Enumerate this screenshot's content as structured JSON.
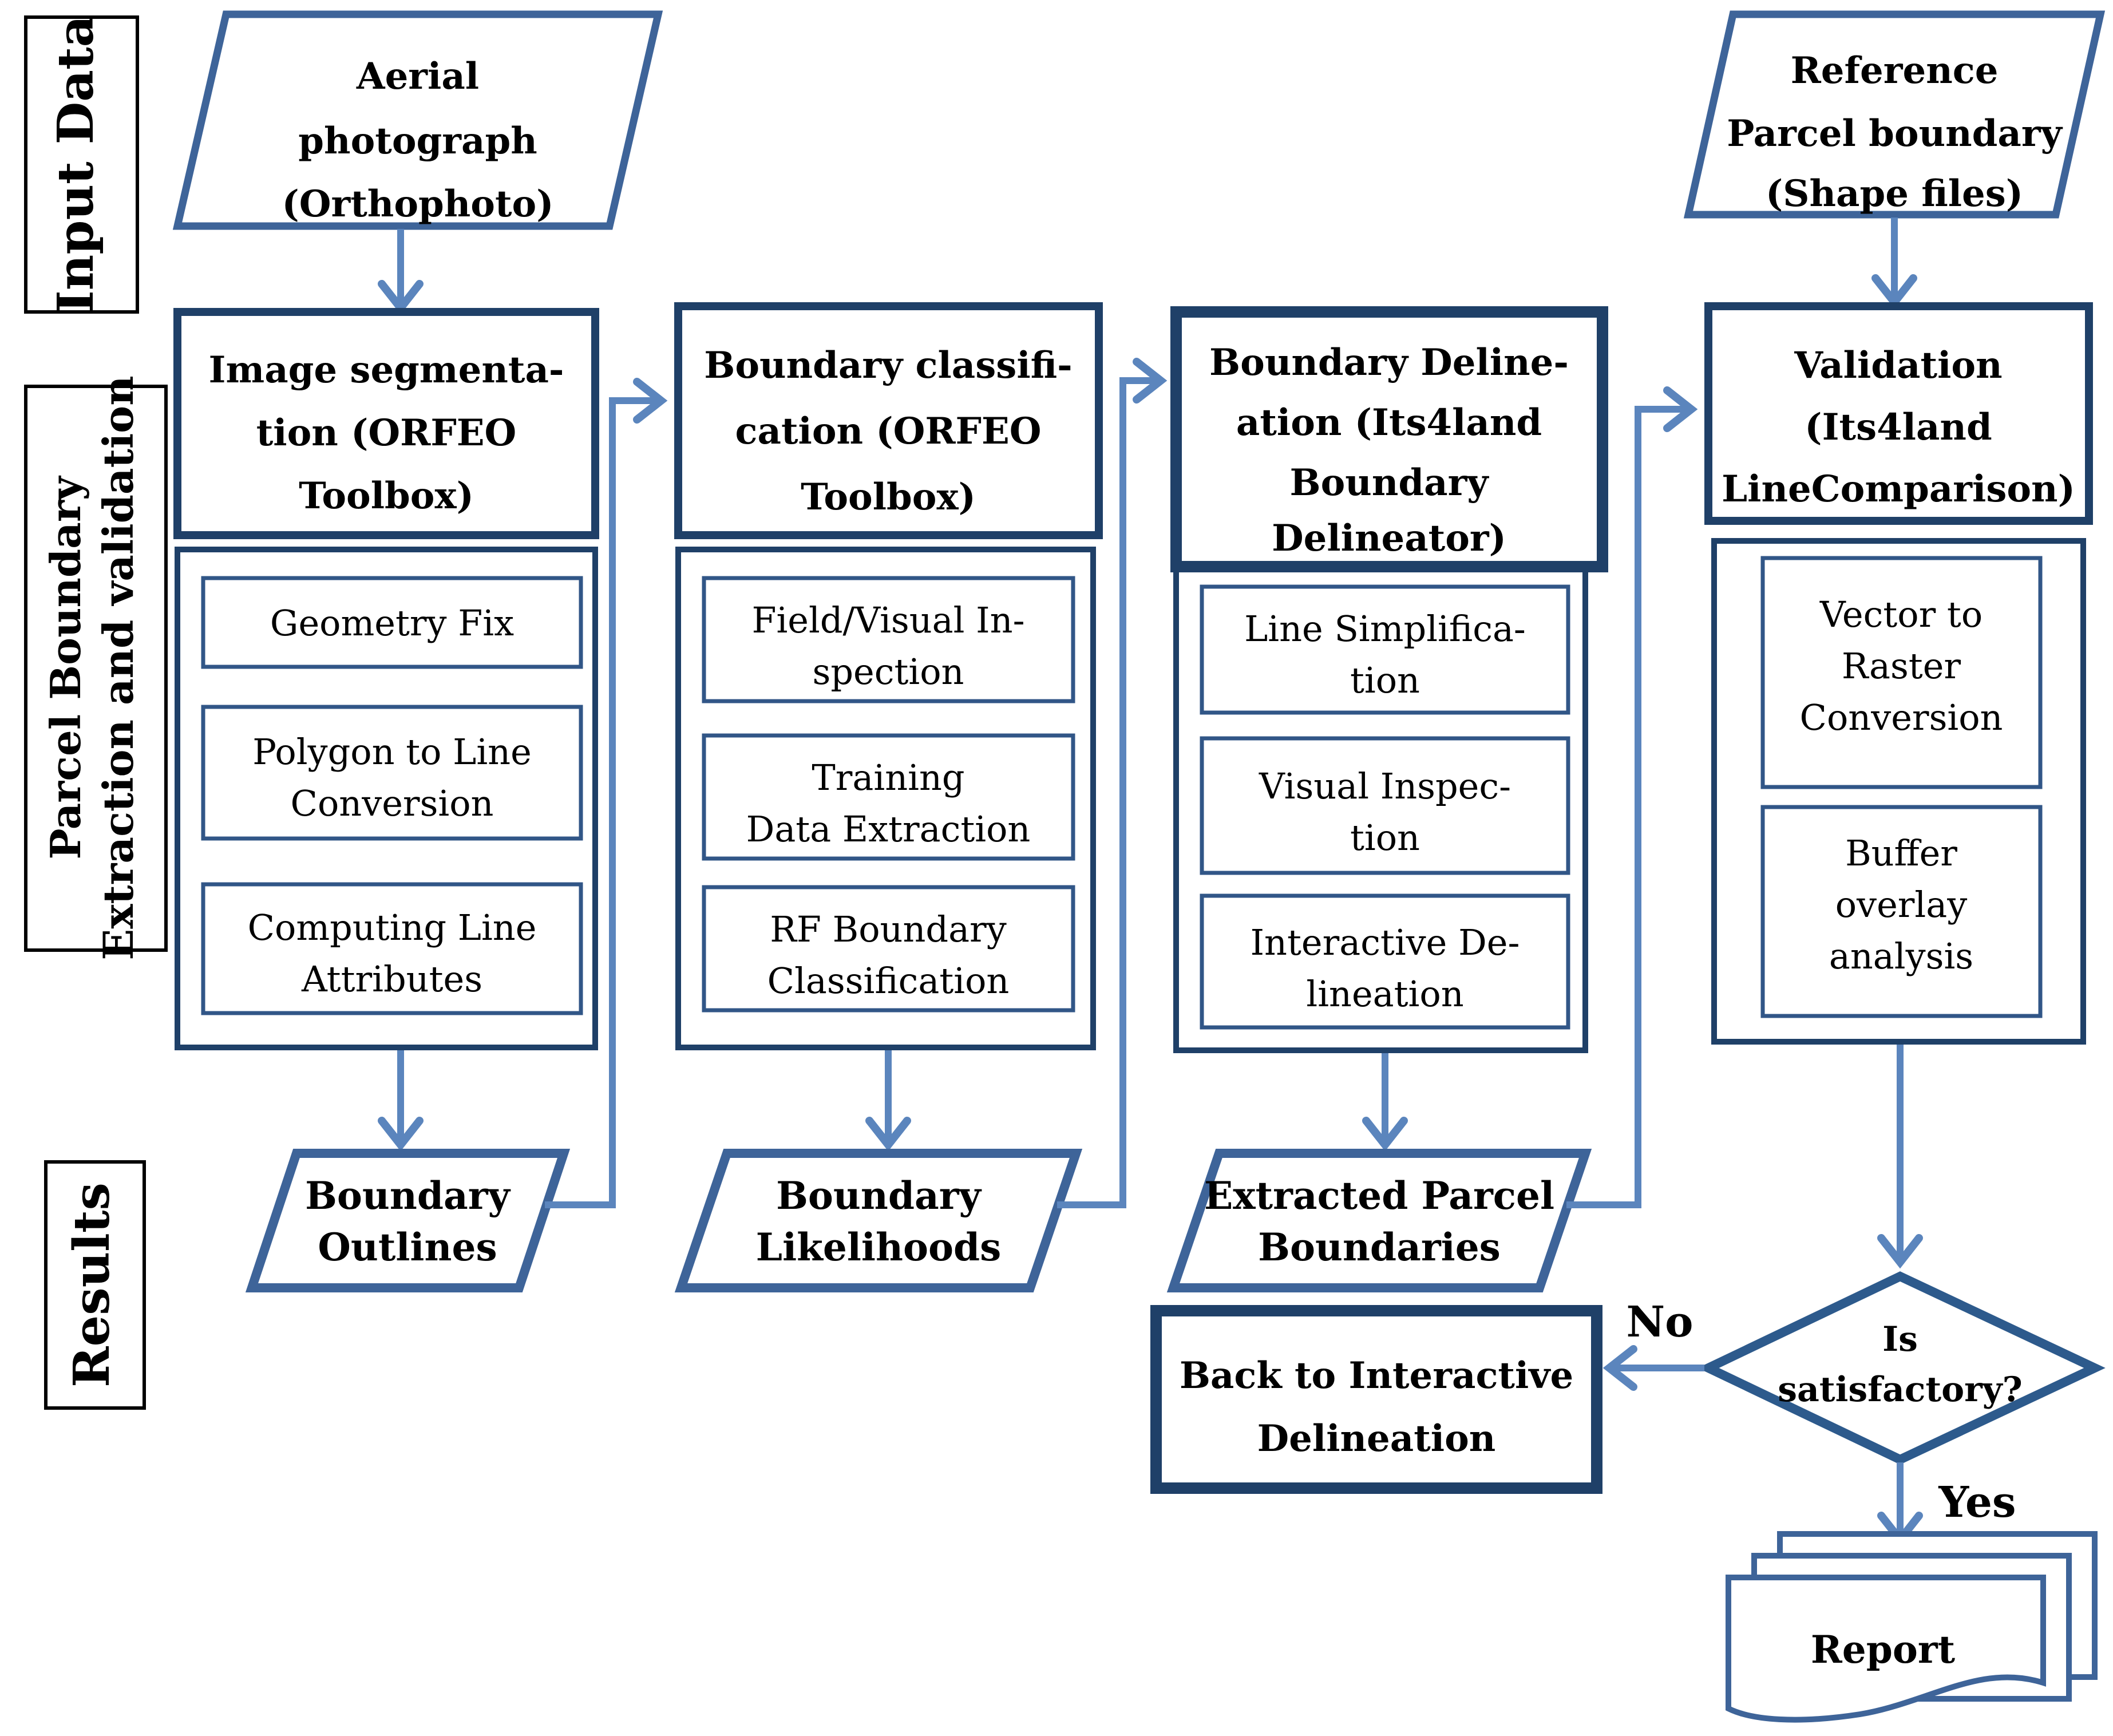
{
  "title": "Parcel boundary extraction and validation workflow",
  "colors": {
    "header_box_border": "#1f4068",
    "subbox_border": "#315687",
    "parallelogram_border": "#3e6499",
    "diamond_border": "#2d5a8c",
    "arrow": "#5b85bd",
    "side_label_border": "#000000",
    "text": "#000000",
    "background": "#ffffff"
  },
  "side_labels": {
    "input_data": "Input Data",
    "parcel_line1": "Parcel Boundary",
    "parcel_line2": "Extraction and validation",
    "results": "Results"
  },
  "nodes": {
    "aerial_photo": {
      "type": "input-parallelogram",
      "lines": [
        "Aerial",
        "photograph",
        "(Orthophoto)"
      ]
    },
    "image_segmentation": {
      "type": "process",
      "lines": [
        "Image segmenta-",
        "tion (ORFEO",
        "Toolbox)"
      ]
    },
    "geometry_fix": {
      "type": "step",
      "lines": [
        "Geometry Fix"
      ]
    },
    "polygon_to_line": {
      "type": "step",
      "lines": [
        "Polygon to Line",
        "Conversion"
      ]
    },
    "computing_line_attributes": {
      "type": "step",
      "lines": [
        "Computing Line",
        "Attributes"
      ]
    },
    "boundary_outlines": {
      "type": "result-parallelogram",
      "lines": [
        "Boundary",
        "Outlines"
      ]
    },
    "boundary_classification": {
      "type": "process",
      "lines": [
        "Boundary classifi-",
        "cation (ORFEO",
        "Toolbox)"
      ]
    },
    "field_visual_inspection": {
      "type": "step",
      "lines": [
        "Field/Visual In-",
        "spection"
      ]
    },
    "training_data_extraction": {
      "type": "step",
      "lines": [
        "Training",
        "Data Extraction"
      ]
    },
    "rf_boundary_classification": {
      "type": "step",
      "lines": [
        "RF Boundary",
        "Classification"
      ]
    },
    "boundary_likelihoods": {
      "type": "result-parallelogram",
      "lines": [
        "Boundary",
        "Likelihoods"
      ]
    },
    "boundary_delineation": {
      "type": "process",
      "lines": [
        "Boundary Deline-",
        "ation (Its4land",
        "Boundary",
        "Delineator)"
      ]
    },
    "line_simplification": {
      "type": "step",
      "lines": [
        "Line Simplifica-",
        "tion"
      ]
    },
    "visual_inspection": {
      "type": "step",
      "lines": [
        "Visual Inspec-",
        "tion"
      ]
    },
    "interactive_delineation": {
      "type": "step",
      "lines": [
        "Interactive De-",
        "lineation"
      ]
    },
    "extracted_parcel_boundaries": {
      "type": "result-parallelogram",
      "lines": [
        "Extracted Parcel",
        "Boundaries"
      ]
    },
    "back_to_interactive": {
      "type": "process",
      "lines": [
        "Back to Interactive",
        "Delineation"
      ]
    },
    "reference_parcel_boundary": {
      "type": "input-parallelogram",
      "lines": [
        "Reference",
        "Parcel boundary",
        "(Shape files)"
      ]
    },
    "validation": {
      "type": "process",
      "lines": [
        "Validation",
        "(Its4land",
        "LineComparison)"
      ]
    },
    "vector_to_raster": {
      "type": "step",
      "lines": [
        "Vector to",
        "Raster",
        "Conversion"
      ]
    },
    "buffer_overlay": {
      "type": "step",
      "lines": [
        "Buffer",
        "overlay",
        "analysis"
      ]
    },
    "is_satisfactory": {
      "type": "decision",
      "lines": [
        "Is",
        "satisfactory?"
      ]
    },
    "report": {
      "type": "document",
      "lines": [
        "Report"
      ]
    }
  },
  "edge_labels": {
    "no": "No",
    "yes": "Yes"
  }
}
